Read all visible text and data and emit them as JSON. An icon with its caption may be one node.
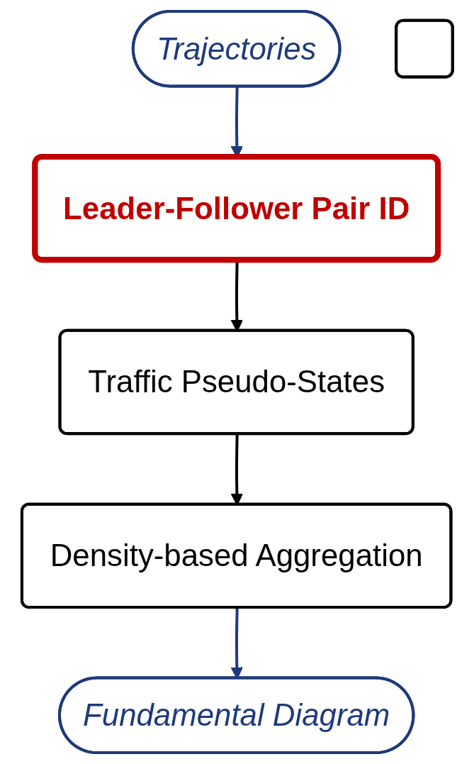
{
  "diagram": {
    "nodes": [
      {
        "text": [
          "Trajectories"
        ]
      },
      {
        "text": [],
        "shape": "box"
      },
      {
        "text": [
          "Leader-Follower Pair ID"
        ]
      },
      {
        "text": [
          "Traffic Pseudo-States"
        ]
      },
      {
        "text": [
          "Density-based Aggregation"
        ]
      },
      {
        "text": [
          "Fundamental Diagram"
        ]
      }
    ],
    "edges": [
      {
        "from": 0,
        "to": 2,
        "arrow": "to",
        "color": "#1f3a7a"
      },
      {
        "from": 2,
        "to": 3,
        "arrow": "to",
        "color": "#000000"
      },
      {
        "from": 3,
        "to": 4,
        "arrow": "to",
        "color": "#000000"
      },
      {
        "from": 4,
        "to": 5,
        "arrow": "to",
        "color": "#1f3a7a"
      }
    ]
  }
}
